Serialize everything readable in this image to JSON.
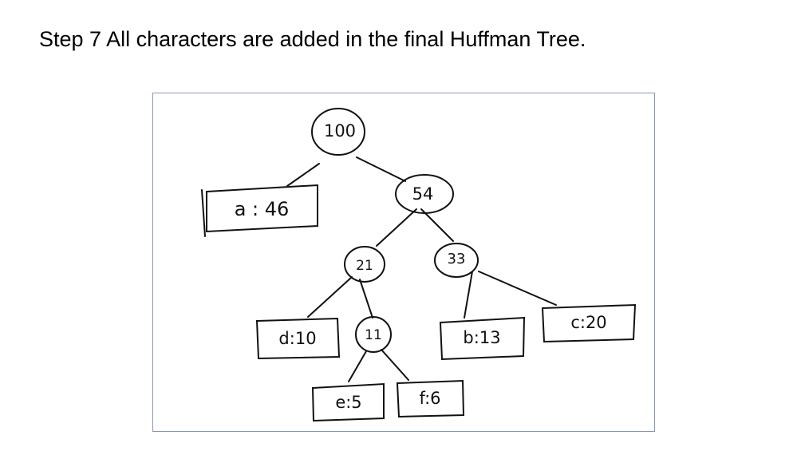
{
  "slide": {
    "title": "Step 7  All characters are added in the final Huffman Tree."
  },
  "tree": {
    "internal_nodes": [
      {
        "id": "n100",
        "label": "100"
      },
      {
        "id": "n54",
        "label": "54"
      },
      {
        "id": "n21",
        "label": "21"
      },
      {
        "id": "n33",
        "label": "33"
      },
      {
        "id": "n11",
        "label": "11"
      }
    ],
    "leaves": [
      {
        "id": "a",
        "label": "a : 46"
      },
      {
        "id": "d",
        "label": "d:10"
      },
      {
        "id": "b",
        "label": "b:13"
      },
      {
        "id": "c",
        "label": "c:20"
      },
      {
        "id": "e",
        "label": "e:5"
      },
      {
        "id": "f",
        "label": "f:6"
      }
    ],
    "edges": [
      [
        "n100",
        "a"
      ],
      [
        "n100",
        "n54"
      ],
      [
        "n54",
        "n21"
      ],
      [
        "n54",
        "n33"
      ],
      [
        "n21",
        "d"
      ],
      [
        "n21",
        "n11"
      ],
      [
        "n33",
        "b"
      ],
      [
        "n33",
        "c"
      ],
      [
        "n11",
        "e"
      ],
      [
        "n11",
        "f"
      ]
    ]
  }
}
